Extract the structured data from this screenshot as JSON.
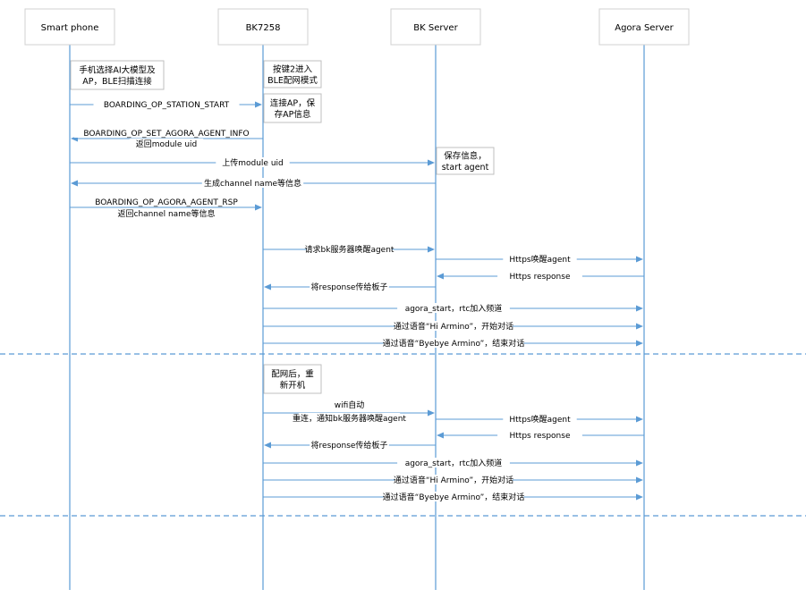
{
  "participants": [
    {
      "id": "phone",
      "label": "Smart phone"
    },
    {
      "id": "bk",
      "label": "BK7258"
    },
    {
      "id": "server",
      "label": "BK Server"
    },
    {
      "id": "agora",
      "label": "Agora Server"
    }
  ],
  "notes": [
    {
      "id": "n1",
      "lines": [
        "手机选择AI大模型及",
        "AP，BLE扫描连接"
      ]
    },
    {
      "id": "n2",
      "lines": [
        "按键2进入",
        "BLE配网模式"
      ]
    },
    {
      "id": "n3",
      "lines": [
        "连接AP，保",
        "存AP信息"
      ]
    },
    {
      "id": "n4",
      "lines": [
        "保存信息，",
        "start agent"
      ]
    },
    {
      "id": "n5",
      "lines": [
        "配网后，重",
        "新开机"
      ]
    }
  ],
  "messages": [
    {
      "id": "m1",
      "from": "phone",
      "to": "bk",
      "lines": [
        "BOARDING_OP_STATION_START"
      ]
    },
    {
      "id": "m2",
      "from": "bk",
      "to": "phone",
      "lines": [
        "BOARDING_OP_SET_AGORA_AGENT_INFO",
        "返回module uid"
      ]
    },
    {
      "id": "m3",
      "from": "phone",
      "to": "server",
      "lines": [
        "上传module uid"
      ]
    },
    {
      "id": "m4",
      "from": "server",
      "to": "phone",
      "lines": [
        "生成channel name等信息"
      ]
    },
    {
      "id": "m5",
      "from": "phone",
      "to": "bk",
      "lines": [
        "BOARDING_OP_AGORA_AGENT_RSP",
        "返回channel name等信息"
      ]
    },
    {
      "id": "m6",
      "from": "bk",
      "to": "server",
      "lines": [
        "请求bk服务器唤醒agent"
      ]
    },
    {
      "id": "m7",
      "from": "server",
      "to": "agora",
      "lines": [
        "Https唤醒agent"
      ]
    },
    {
      "id": "m8",
      "from": "agora",
      "to": "server",
      "lines": [
        "Https response"
      ]
    },
    {
      "id": "m9",
      "from": "server",
      "to": "bk",
      "lines": [
        "将response传给板子"
      ]
    },
    {
      "id": "m10",
      "from": "bk",
      "to": "agora",
      "lines": [
        "agora_start，rtc加入频道"
      ]
    },
    {
      "id": "m11",
      "from": "bk",
      "to": "agora",
      "lines": [
        "通过语音“Hi Armino”，开始对话"
      ]
    },
    {
      "id": "m12",
      "from": "bk",
      "to": "agora",
      "lines": [
        "通过语音“Byebye Armino”，结束对话"
      ]
    },
    {
      "id": "m13",
      "from": "bk",
      "to": "server",
      "lines": [
        "wifi自动",
        "重连，通知bk服务器唤醒agent"
      ]
    },
    {
      "id": "m14",
      "from": "server",
      "to": "agora",
      "lines": [
        "Https唤醒agent"
      ]
    },
    {
      "id": "m15",
      "from": "agora",
      "to": "server",
      "lines": [
        "Https response"
      ]
    },
    {
      "id": "m16",
      "from": "server",
      "to": "bk",
      "lines": [
        "将response传给板子"
      ]
    },
    {
      "id": "m17",
      "from": "bk",
      "to": "agora",
      "lines": [
        "agora_start，rtc加入频道"
      ]
    },
    {
      "id": "m18",
      "from": "bk",
      "to": "agora",
      "lines": [
        "通过语音“Hi Armino”，开始对话"
      ]
    },
    {
      "id": "m19",
      "from": "bk",
      "to": "agora",
      "lines": [
        "通过语音“Byebye Armino”，结束对话"
      ]
    }
  ],
  "colors": {
    "line": "#5b9bd5",
    "box_border": "#bfbfbf"
  }
}
